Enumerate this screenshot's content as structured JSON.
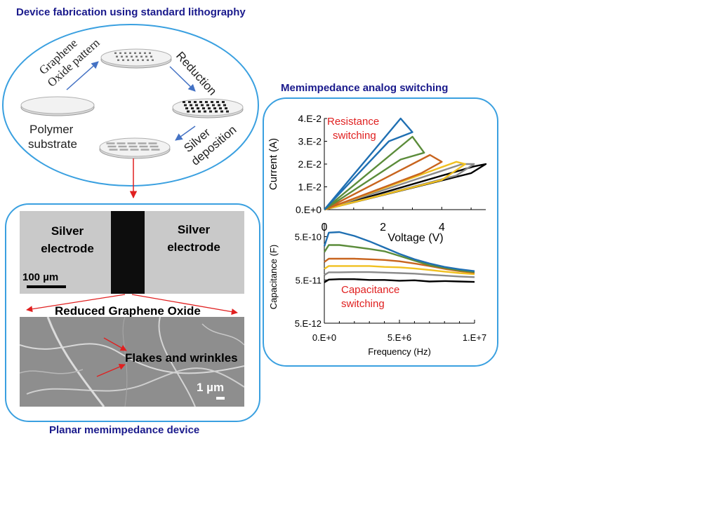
{
  "titles": {
    "fabrication": "Device fabrication using standard lithography",
    "planar": "Planar memimpedance device",
    "switching": "Memimpedance analog switching"
  },
  "fabrication": {
    "steps": {
      "substrate": [
        "Polymer",
        "substrate"
      ],
      "pattern": [
        "Graphene",
        "Oxide pattern"
      ],
      "reduction": "Reduction",
      "deposition": [
        "Silver",
        "deposition"
      ]
    }
  },
  "device": {
    "left_electrode": [
      "Silver",
      "electrode"
    ],
    "right_electrode": [
      "Silver",
      "electrode"
    ],
    "scale_top": "100 µm",
    "rgo_label": "Reduced Graphene Oxide",
    "flakes_label": "Flakes and wrinkles",
    "scale_bottom": "1 µm"
  },
  "colors": {
    "title": "#1a1a8c",
    "border": "#3aa0e0",
    "arrow_blue": "#4472c4",
    "arrow_red": "#e02020",
    "annotation_red": "#e02020",
    "series": [
      "#1f6fb2",
      "#5b8c3a",
      "#c8641e",
      "#f0c020",
      "#8a8a8a",
      "#000000"
    ]
  },
  "chart_data": [
    {
      "type": "line",
      "title": "",
      "xlabel": "Voltage (V)",
      "ylabel": "Current (A)",
      "xlim": [
        0,
        5.5
      ],
      "ylim": [
        0,
        0.04
      ],
      "xticks": [
        0,
        2,
        4
      ],
      "xtick_labels": [
        "0",
        "2",
        "4"
      ],
      "yticks": [
        0,
        0.01,
        0.02,
        0.03,
        0.04
      ],
      "ytick_labels": [
        "0.E+0",
        "1.E-2",
        "2.E-2",
        "3.E-2",
        "4.E-2"
      ],
      "annotation": "Resistance\nswitching",
      "series": [
        {
          "x": [
            0,
            2.6,
            3.0,
            2.2,
            0
          ],
          "y": [
            0,
            0.04,
            0.034,
            0.03,
            0
          ]
        },
        {
          "x": [
            0,
            3.0,
            3.4,
            2.6,
            0
          ],
          "y": [
            0,
            0.032,
            0.025,
            0.022,
            0
          ]
        },
        {
          "x": [
            0,
            3.6,
            4.0,
            3.3,
            0
          ],
          "y": [
            0,
            0.024,
            0.021,
            0.016,
            0
          ]
        },
        {
          "x": [
            0,
            4.5,
            4.8,
            4.0,
            0
          ],
          "y": [
            0,
            0.021,
            0.02,
            0.013,
            0
          ]
        },
        {
          "x": [
            0,
            4.7,
            5.1,
            4.5,
            0
          ],
          "y": [
            0,
            0.02,
            0.02,
            0.015,
            0
          ]
        },
        {
          "x": [
            0,
            5.1,
            5.5,
            5.0,
            0
          ],
          "y": [
            0,
            0.019,
            0.02,
            0.016,
            0
          ]
        }
      ]
    },
    {
      "type": "line",
      "title": "",
      "xlabel": "Frequency (Hz)",
      "ylabel": "Capacitance (F)",
      "xlim": [
        0,
        10000000
      ],
      "ylim": [
        5e-12,
        1e-09
      ],
      "yscale": "log",
      "xticks": [
        0,
        5000000,
        10000000
      ],
      "xtick_labels": [
        "0.E+0",
        "5.E+6",
        "1.E+7"
      ],
      "yticks": [
        5e-12,
        5e-11,
        5e-10
      ],
      "ytick_labels": [
        "5.E-12",
        "5.E-11",
        "5.E-10"
      ],
      "annotation": "Capacitance\nswitching",
      "series": [
        {
          "x": [
            0,
            300000,
            1000000,
            2000000,
            3000000,
            4000000,
            5000000,
            6000000,
            7000000,
            8000000,
            9000000,
            10000000
          ],
          "y": [
            3e-10,
            6.2e-10,
            6.4e-10,
            5.2e-10,
            3.9e-10,
            2.8e-10,
            2e-10,
            1.5e-10,
            1.2e-10,
            1e-10,
            8.8e-11,
            8e-11
          ]
        },
        {
          "x": [
            0,
            300000,
            1000000,
            2000000,
            3000000,
            4000000,
            5000000,
            6000000,
            7000000,
            8000000,
            9000000,
            10000000
          ],
          "y": [
            2.2e-10,
            3.2e-10,
            3.2e-10,
            2.9e-10,
            2.6e-10,
            2.3e-10,
            1.8e-10,
            1.4e-10,
            1.1e-10,
            9.5e-11,
            8.3e-11,
            7.6e-11
          ]
        },
        {
          "x": [
            0,
            300000,
            1000000,
            2000000,
            3000000,
            4000000,
            5000000,
            6000000,
            7000000,
            8000000,
            9000000,
            10000000
          ],
          "y": [
            1.3e-10,
            1.55e-10,
            1.55e-10,
            1.55e-10,
            1.5e-10,
            1.45e-10,
            1.35e-10,
            1.2e-10,
            1.05e-10,
            9e-11,
            8e-11,
            7.3e-11
          ]
        },
        {
          "x": [
            0,
            300000,
            1000000,
            2000000,
            3000000,
            4000000,
            5000000,
            6000000,
            7000000,
            8000000,
            9000000,
            10000000
          ],
          "y": [
            9e-11,
            1.05e-10,
            1.05e-10,
            1.05e-10,
            1.05e-10,
            1e-10,
            9.8e-11,
            9.2e-11,
            8.5e-11,
            7.8e-11,
            7.2e-11,
            6.8e-11
          ]
        },
        {
          "x": [
            0,
            300000,
            1000000,
            2000000,
            3000000,
            4000000,
            5000000,
            6000000,
            7000000,
            8000000,
            9000000,
            10000000
          ],
          "y": [
            6.5e-11,
            7.5e-11,
            7.5e-11,
            7.6e-11,
            7.6e-11,
            7.4e-11,
            7.2e-11,
            7e-11,
            6.6e-11,
            6.3e-11,
            6e-11,
            5.8e-11
          ]
        },
        {
          "x": [
            0,
            300000,
            1000000,
            2000000,
            3000000,
            4000000,
            5000000,
            6000000,
            7000000,
            8000000,
            9000000,
            10000000
          ],
          "y": [
            4.4e-11,
            5.1e-11,
            5.2e-11,
            5.2e-11,
            5e-11,
            5e-11,
            4.8e-11,
            4.9e-11,
            4.6e-11,
            4.7e-11,
            4.6e-11,
            4.5e-11
          ]
        }
      ]
    }
  ]
}
